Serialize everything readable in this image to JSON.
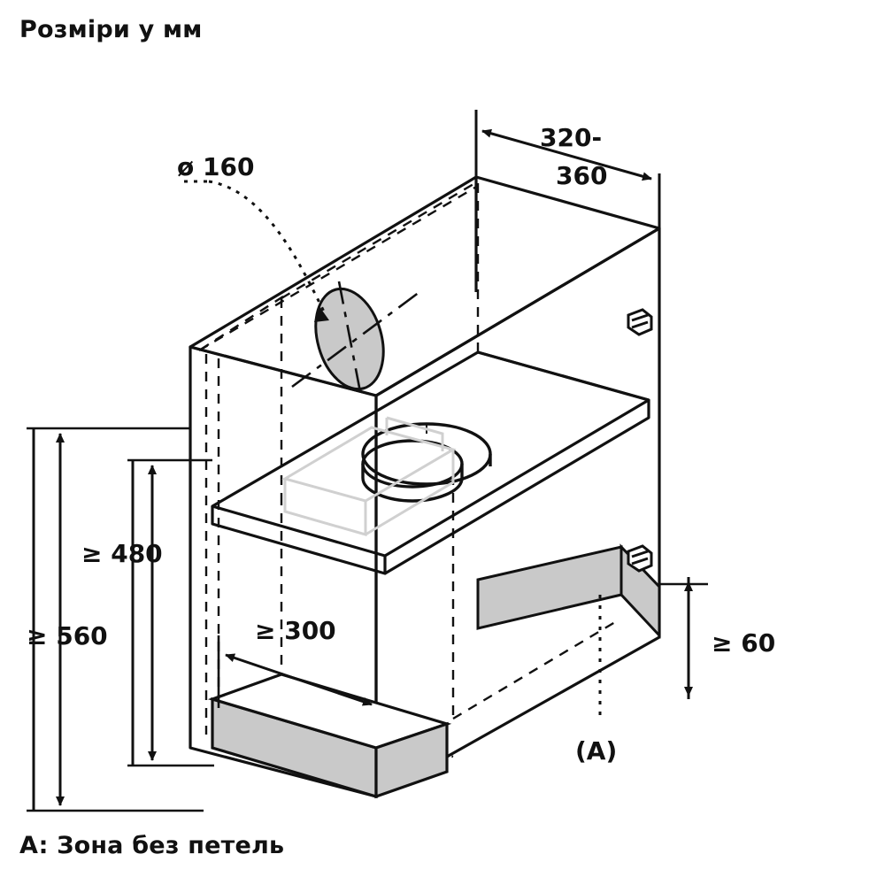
{
  "page": {
    "title": "Розміри у мм",
    "footnote": "A: Зона без петель"
  },
  "diagram": {
    "type": "technical-installation-drawing",
    "description": "Ізометричне креслення ніші/шафи для вбудованої витяжки з повітроводом",
    "labels": {
      "duct_diameter": "ø 160",
      "depth_range": "320-\n360",
      "depth_range_line1": "320-",
      "depth_range_line2": "360",
      "height_min_560": "≥ 560",
      "height_min_480": "≥ 480",
      "width_min_300": "≥ 300",
      "gap_min_60": "≥ 60",
      "zone_marker": "(A)"
    },
    "colors": {
      "line": "#111111",
      "fill_shaded": "#c9c9c9",
      "background": "#ffffff"
    }
  }
}
